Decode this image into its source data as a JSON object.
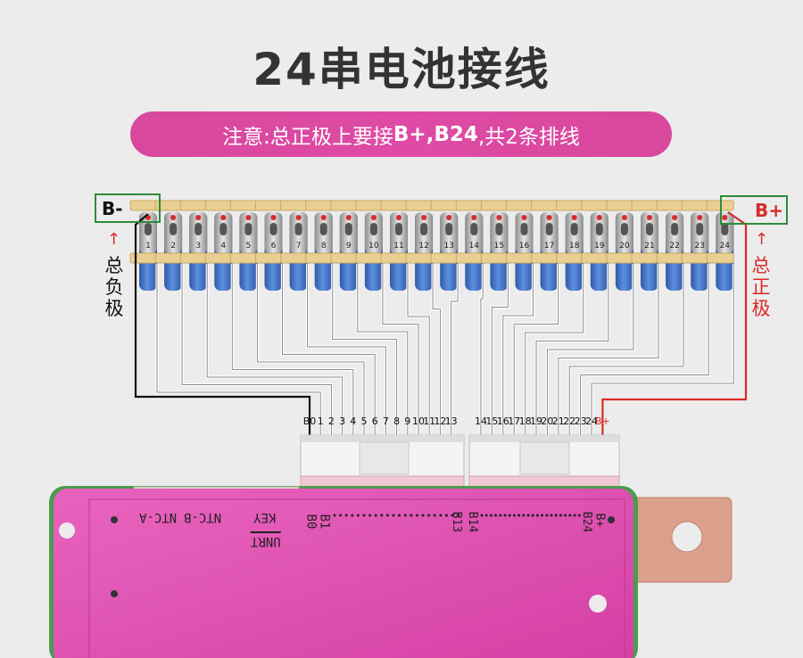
{
  "title": "24串电池接线",
  "banner": {
    "prefix": "注意:总正极上要接",
    "bold": "B+,B24",
    "suffix": ",共2条排线"
  },
  "terminals": {
    "negative": "B-",
    "positive": "B+"
  },
  "side_labels": {
    "negative": "总负极",
    "positive": "总正极"
  },
  "cell_numbers": [
    "1",
    "2",
    "3",
    "4",
    "5",
    "6",
    "7",
    "8",
    "9",
    "10",
    "11",
    "12",
    "13",
    "14",
    "15",
    "16",
    "17",
    "18",
    "19",
    "20",
    "21",
    "22",
    "23",
    "24"
  ],
  "connector_left_pins": [
    "B0",
    "1",
    "2",
    "3",
    "4",
    "5",
    "6",
    "7",
    "8",
    "9",
    "10",
    "11",
    "12",
    "13"
  ],
  "connector_right_pins": [
    "14",
    "15",
    "16",
    "17",
    "18",
    "19",
    "20",
    "21",
    "22",
    "23",
    "24",
    "B+"
  ],
  "board": {
    "ntc_a": "NTC-A",
    "ntc_b": "NTC-B",
    "key": "KEY",
    "unrt": "UNRT",
    "b0": "B0",
    "b1": "B1",
    "b13": "B13",
    "b14": "B14",
    "b24": "B24",
    "bplus": "B+"
  },
  "colors": {
    "banner": "#de4aa5",
    "board": "#e04bb0",
    "cell_blue": "#3f6fbf",
    "positive_wire": "#d72b2b",
    "negative_wire": "#111111",
    "highlight_box": "#2e8b3a",
    "copper": "#d9a08a"
  }
}
